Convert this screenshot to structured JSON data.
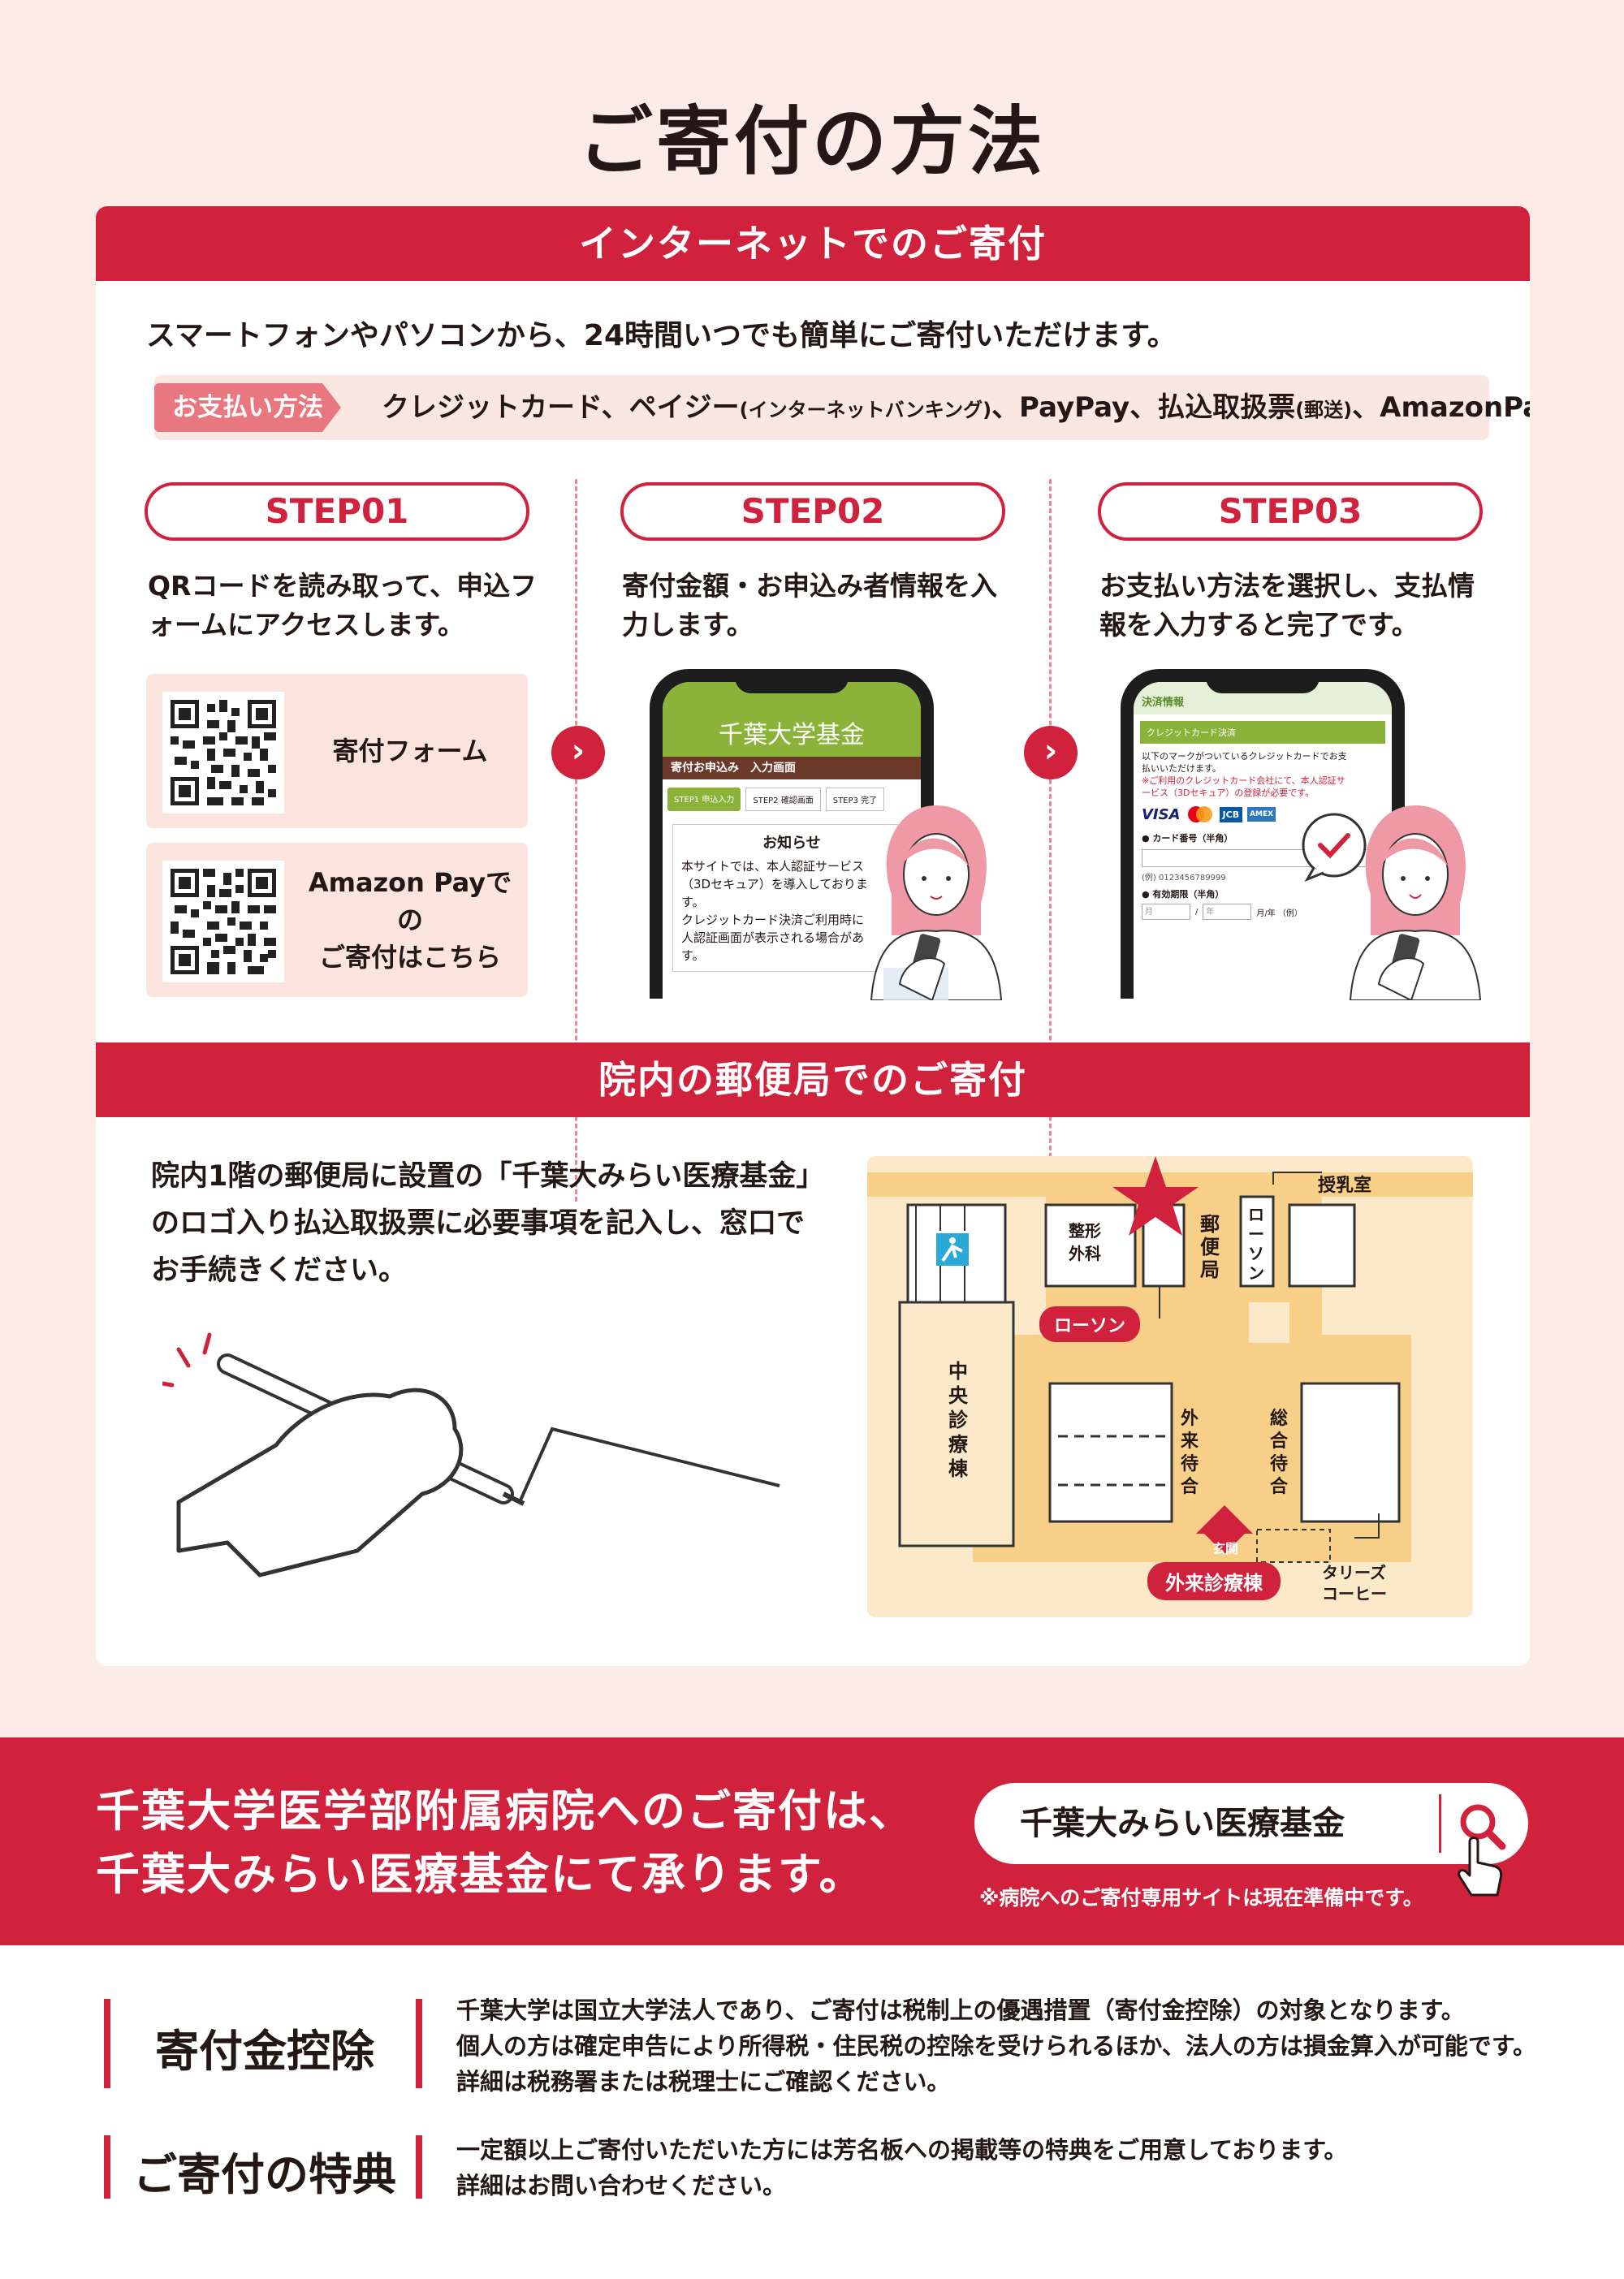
{
  "title": "ご寄付の方法",
  "internet": {
    "heading": "インターネットでのご寄付",
    "intro": "スマートフォンやパソコンから、24時間いつでも簡単にご寄付いただけます。",
    "pay_label": "お支払い方法",
    "pay_methods": "クレジットカード、ペイジー",
    "pay_methods_small": "(インターネットバンキング)",
    "pay_methods_rest": "、PayPay、払込取扱票",
    "pay_methods_small2": "(郵送)",
    "pay_methods_end": "、AmazonPay",
    "steps": [
      {
        "label": "STEP01",
        "text": "QRコードを読み取って、申込フォームにアクセスします。"
      },
      {
        "label": "STEP02",
        "text": "寄付金額・お申込み者情報を入力します。"
      },
      {
        "label": "STEP03",
        "text": "お支払い方法を選択し、支払情報を入力すると完了です。"
      }
    ],
    "qr1_label": "寄付フォーム",
    "qr2_label_1": "Amazon Payでの",
    "qr2_label_2": "ご寄付はこちら",
    "arrow": "›",
    "phone1": {
      "brand": "千葉大学基金",
      "subbar": "寄付お申込み　入力画面",
      "tab1": "STEP1 申込入力",
      "tab2": "STEP2 確認画面",
      "tab3": "STEP3 完了",
      "notice_title": "お知らせ",
      "notice_1": "本サイトでは、本人認証サービス",
      "notice_2": "（3Dセキュア）を導入しておりま",
      "notice_3": "す。",
      "notice_4": "クレジットカード決済ご利用時に",
      "notice_5": "人認証画面が表示される場合があ",
      "notice_6": "す。"
    },
    "phone2": {
      "header": "決済情報",
      "section": "クレジットカード決済",
      "line1": "以下のマークがついているクレジットカードでお支",
      "line2": "払いいただけます。",
      "line3": "※ご利用のクレジットカード会社にて、本人認証サ",
      "line4": "ービス（3Dセキュア）の登録が必要です。",
      "card_visa": "VISA",
      "card_jcb": "JCB",
      "card_amex": "AMEX",
      "field1": "● カード番号（半角）",
      "field1_example": "(例) 0123456789999",
      "field2": "● 有効期限（半角）",
      "month": "月",
      "year": "年",
      "slash": "/",
      "suffix": "月/年 （例）"
    }
  },
  "post": {
    "heading": "院内の郵便局でのご寄付",
    "text_1": "院内1階の郵便局に設置の「千葉大みらい医療基金」",
    "text_2": "のロゴ入り払込取扱票に必要事項を記入し、窓口で",
    "text_3": "お手続きください。",
    "map": {
      "nursing": "授乳室",
      "ortho_1": "整形",
      "ortho_2": "外科",
      "post_office": "郵便局",
      "lawson_v": "ローソン",
      "lawson_tag": "ローソン",
      "central_building": "中央診療棟",
      "waiting_outpatient": "外来待合",
      "waiting_general": "総合待合",
      "entrance": "玄関",
      "outpatient_tag": "外来診療棟",
      "tullys_1": "タリーズ",
      "tullys_2": "コーヒー"
    }
  },
  "banner": {
    "line1": "千葉大学医学部附属病院へのご寄付は、",
    "line2": "千葉大みらい医療基金にて承ります。",
    "search_text": "千葉大みらい医療基金",
    "note": "※病院へのご寄付専用サイトは現在準備中です。"
  },
  "tax": {
    "heading": "寄付金控除",
    "line1": "千葉大学は国立大学法人であり、ご寄付は税制上の優遇措置（寄付金控除）の対象となります。",
    "line2": "個人の方は確定申告により所得税・住民税の控除を受けられるほか、法人の方は損金算入が可能です。",
    "line3": "詳細は税務署または税理士にご確認ください。"
  },
  "benefit": {
    "heading": "ご寄付の特典",
    "line1": "一定額以上ご寄付いただいた方には芳名板への掲載等の特典をご用意しております。",
    "line2": "詳細はお問い合わせください。"
  },
  "colors": {
    "accent": "#d0223d",
    "background": "#fbece7",
    "map": "#fbe9c9",
    "phone_green": "#8bb33a"
  },
  "icons": [
    "qr-code-icon",
    "chevron-right-icon",
    "search-icon",
    "hand-pointer-icon",
    "star-icon",
    "elevator-icon",
    "checkmark-icon",
    "hand-writing-icon",
    "woman-with-phone-illustration"
  ]
}
